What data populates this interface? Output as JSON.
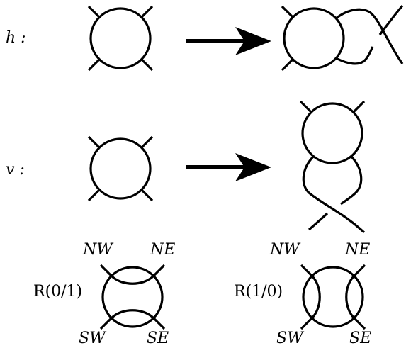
{
  "operations": {
    "h_label": "h :",
    "v_label": "v :"
  },
  "tangles": {
    "left": {
      "label": "R(0/1)",
      "nw": "NW",
      "ne": "NE",
      "sw": "SW",
      "se": "SE"
    },
    "right": {
      "label": "R(1/0)",
      "nw": "NW",
      "ne": "NE",
      "sw": "SW",
      "se": "SE"
    }
  },
  "colors": {
    "ink": "#000000",
    "background": "#ffffff"
  }
}
